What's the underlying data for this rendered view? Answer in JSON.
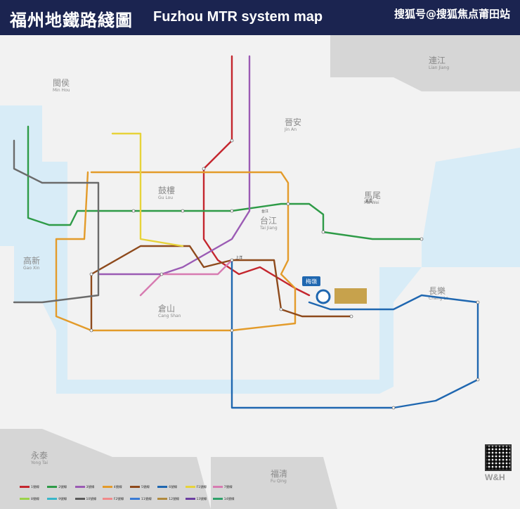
{
  "header": {
    "title_cn": "福州地鐵路綫圖",
    "title_en": "Fuzhou MTR system map",
    "watermark": "搜狐号@搜狐焦点莆田站"
  },
  "colors": {
    "header_bg": "#1b2450",
    "water": "#d8ecf7",
    "land": "#f2f2f2",
    "far_land": "#d6d6d6",
    "line1": "#c4262e",
    "line2": "#2e9b47",
    "line3": "#9b5bb4",
    "line4": "#e39b2a",
    "line5": "#8e4a1c",
    "line6": "#1f67b0",
    "line_f1": "#e7d33a",
    "line_extra": "#d77bb1"
  },
  "areas": [
    {
      "cn": "閩侯",
      "en": "Min Hou"
    },
    {
      "cn": "晉安",
      "en": "Jin An"
    },
    {
      "cn": "連江",
      "en": "Lian Jiang"
    },
    {
      "cn": "鼓樓",
      "en": "Gu Lou"
    },
    {
      "cn": "馬尾",
      "en": "Ma Wei"
    },
    {
      "cn": "台江",
      "en": "Tai Jiang"
    },
    {
      "cn": "高新",
      "en": "Gao Xin"
    },
    {
      "cn": "倉山",
      "en": "Cang Shan"
    },
    {
      "cn": "長樂",
      "en": "Chang Le"
    },
    {
      "cn": "永泰",
      "en": "Yong Tai"
    },
    {
      "cn": "福清",
      "en": "Fu Qing"
    }
  ],
  "highlight": {
    "station_cn": "梅嶺"
  },
  "legend": [
    {
      "label": "1號線",
      "color": "#c4262e"
    },
    {
      "label": "2號線",
      "color": "#2e9b47"
    },
    {
      "label": "3號線",
      "color": "#9b5bb4"
    },
    {
      "label": "4號線",
      "color": "#e39b2a"
    },
    {
      "label": "5號線",
      "color": "#8e4a1c"
    },
    {
      "label": "6號線",
      "color": "#1f67b0"
    },
    {
      "label": "F1號線",
      "color": "#e7d33a"
    },
    {
      "label": "7號線",
      "color": "#d77bb1"
    },
    {
      "label": "8號線",
      "color": "#9bd24a"
    },
    {
      "label": "9號線",
      "color": "#39b6c9"
    },
    {
      "label": "10號線",
      "color": "#5a5a5a"
    },
    {
      "label": "F2號線",
      "color": "#f08a8a"
    },
    {
      "label": "11號線",
      "color": "#3a7bd5"
    },
    {
      "label": "12號線",
      "color": "#b08a3e"
    },
    {
      "label": "13號線",
      "color": "#6b3fa0"
    },
    {
      "label": "14號線",
      "color": "#2fa06a"
    }
  ],
  "logo": "W&H",
  "stations": [
    {
      "name": "馬尾"
    },
    {
      "name": "上洋"
    },
    {
      "name": "台江"
    }
  ]
}
